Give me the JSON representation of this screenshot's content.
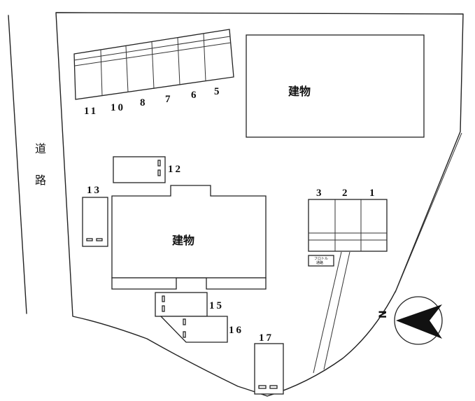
{
  "road": {
    "char_1": "道",
    "char_2": "路"
  },
  "buildings": {
    "north_building": "建物",
    "center_building": "建物"
  },
  "top_row_numbers": [
    "11",
    "10",
    "8",
    "7",
    "6",
    "5"
  ],
  "right_row_numbers": [
    "3",
    "2",
    "1"
  ],
  "spaces": {
    "s12": "12",
    "s13": "13",
    "s15": "15",
    "s16": "16",
    "s17": "17"
  },
  "small_sign": {
    "line1": "フロトル",
    "line2": "通路"
  },
  "compass": {
    "letter": "N"
  },
  "colors": {
    "ink": "#222222",
    "background": "#ffffff"
  }
}
